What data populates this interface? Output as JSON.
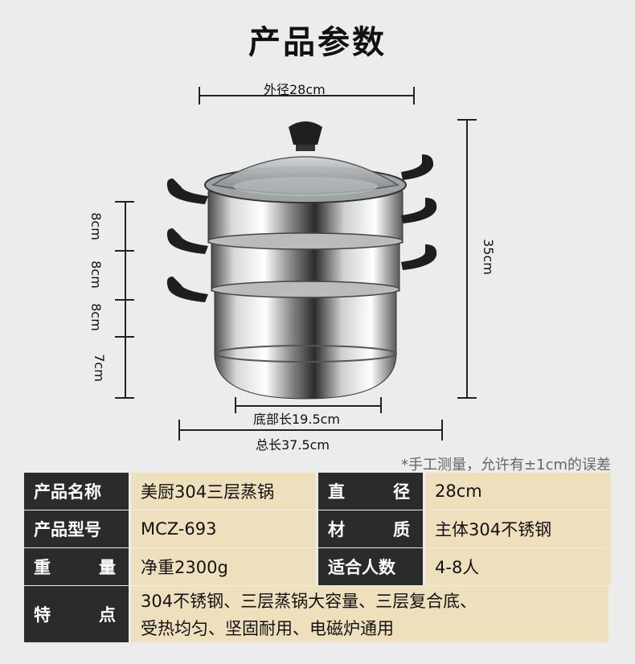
{
  "title": "产品参数",
  "dimensions": {
    "outer_diameter": "外径28cm",
    "bottom_length": "底部长19.5cm",
    "total_length": "总长37.5cm",
    "height": "35cm",
    "layer1": "8cm",
    "layer2": "8cm",
    "layer3": "8cm",
    "base": "7cm"
  },
  "note": "*手工测量，允许有±1cm的误差",
  "specs": {
    "name_label": "产品名称",
    "name_value": "美厨304三层蒸锅",
    "diameter_label_1": "直",
    "diameter_label_2": "径",
    "diameter_value": "28cm",
    "model_label": "产品型号",
    "model_value": "MCZ-693",
    "material_label_1": "材",
    "material_label_2": "质",
    "material_value": "主体304不锈钢",
    "weight_label_1": "重",
    "weight_label_2": "量",
    "weight_value": "净重2300g",
    "people_label": "适合人数",
    "people_value": "4-8人",
    "feature_label_1": "特",
    "feature_label_2": "点",
    "feature_line1": "304不锈钢、三层蒸锅大容量、三层复合底、",
    "feature_line2": "受热均匀、坚固耐用、电磁炉通用"
  }
}
